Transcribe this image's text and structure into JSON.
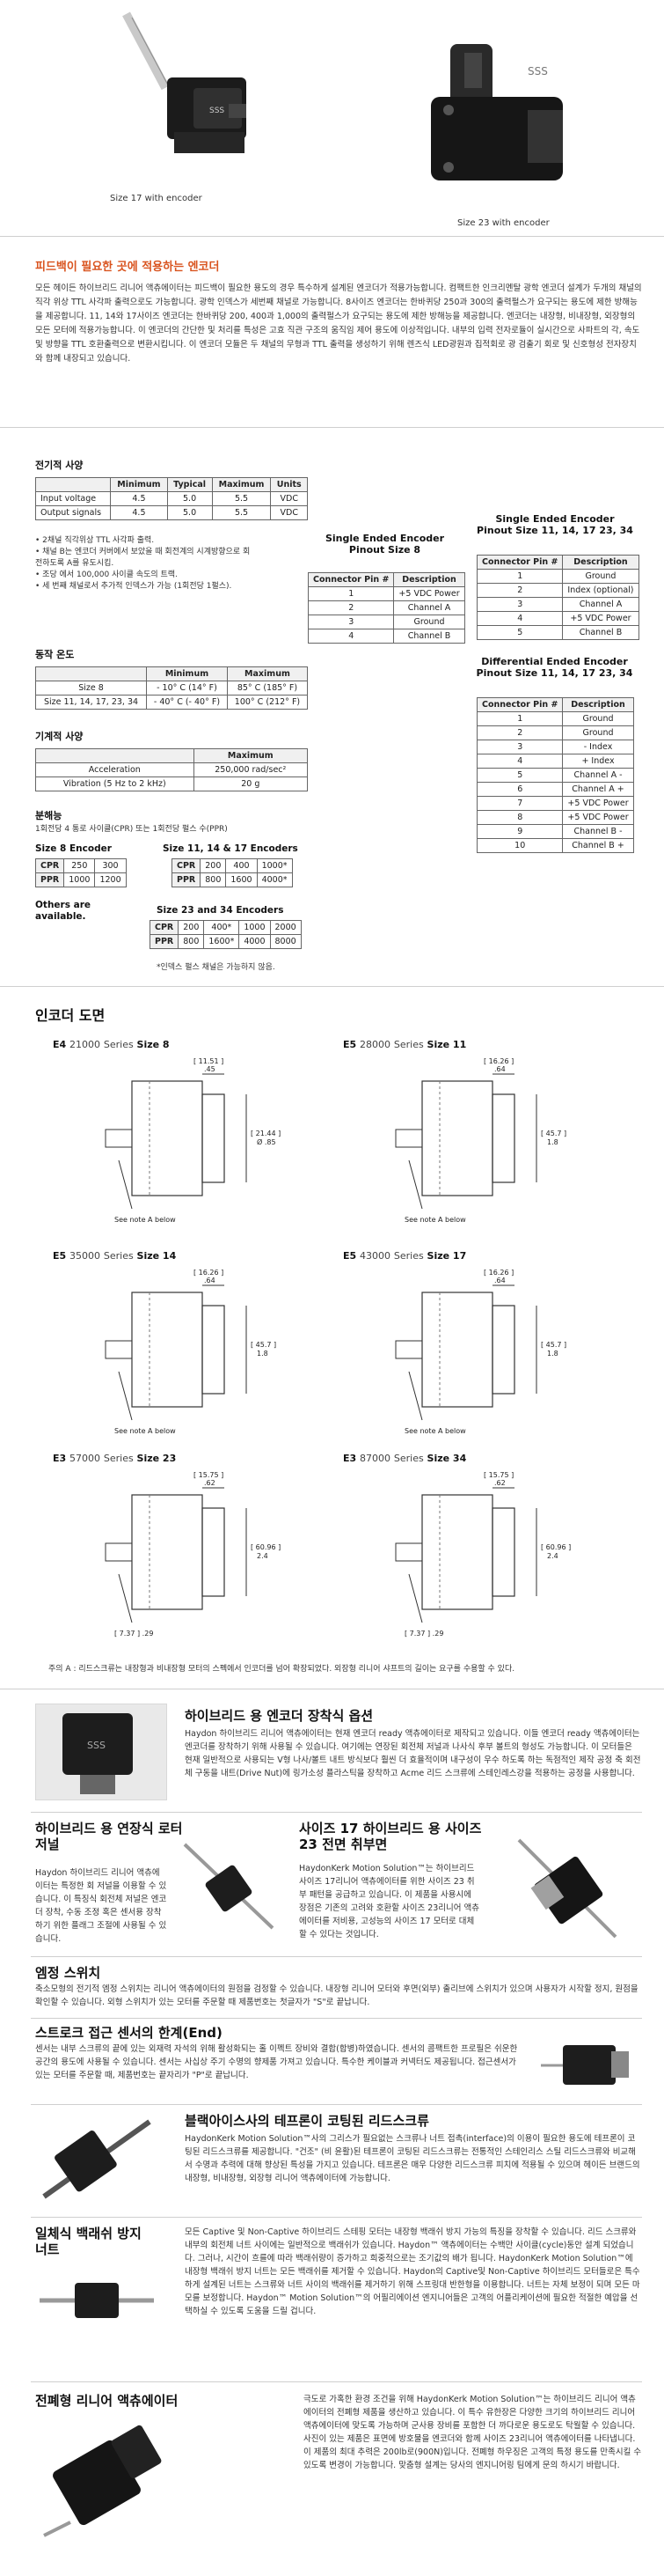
{
  "photos": {
    "left_caption": "Size 17 with encoder",
    "right_caption": "Size 23 with encoder"
  },
  "intro": {
    "title": "피드백이 필요한 곳에 적용하는 엔코더",
    "text": "모든 헤이든 하이브리드 리니어 액츄에이터는 피드백이 필요한 용도의 경우 특수하게 설계된 엔코더가 적용가능합니다. 컴팩트한 인크리멘탈 광학 엔코더 설계가 두개의 채널의 직각 위상 TTL 사각파 출력으로도 가능합니다. 광학 인덱스가 세번째 채널로 가능합니다. 8사이즈 엔코더는 한바퀴당 250과 300의 출력펄스가 요구되는 용도에 제한 방해능을 제공합니다. 11, 14와 17사이즈 엔코더는 한바퀴당 200, 400과 1,000의 출력펄스가 요구되는 용도에 제한 방해능을 제공합니다. 엔코더는 내장형, 비내장형, 외장형의 모든 모터에 적용가능합니다. 이 엔코더의 간단한 및 처리를 특성은 고효 직관 구조의 움직임 제어 용도에 이상적입니다. 내부의 입력 전자로듈이 실시간으로 사파트의 각, 속도 및 방향을 TTL 호환출력으로 변환시킵니다. 이 엔코더 모듈은 두 채널의 무형과 TTL 출력을 생성하기 위해 렌즈식 LED광원과 집적회로 광 검출기 회로 및 신호형성 전자장치와 함께 내장되고 있습니다."
  },
  "electrical": {
    "title": "전기적 사양",
    "headers": [
      "",
      "Minimum",
      "Typical",
      "Maximum",
      "Units"
    ],
    "rows": [
      [
        "Input voltage",
        "4.5",
        "5.0",
        "5.5",
        "VDC"
      ],
      [
        "Output signals",
        "4.5",
        "5.0",
        "5.5",
        "VDC"
      ]
    ],
    "notes": [
      "• 2채널 직각위상 TTL 사각파 출력.",
      "• 채널 B는 엔코더 커버에서 보았을 때 회전계의 시계방향으로 회전하도록 A를 유도시킴.",
      "• 조당 에서 100,000 사이클 속도의 트랙.",
      "• 세 번째 채널로서 추가적 인덱스가 가능 (1회전당 1펄스)."
    ]
  },
  "temperature": {
    "title": "동작 온도",
    "headers": [
      "",
      "Minimum",
      "Maximum"
    ],
    "rows": [
      [
        "Size 8",
        "- 10° C (14° F)",
        "85° C (185° F)"
      ],
      [
        "Size 11, 14, 17, 23, 34",
        "- 40° C (- 40° F)",
        "100° C (212° F)"
      ]
    ]
  },
  "mechanical": {
    "title": "기계적 사양",
    "headers": [
      "",
      "Maximum"
    ],
    "rows": [
      [
        "Acceleration",
        "250,000 rad/sec²"
      ],
      [
        "Vibration (5 Hz to 2 kHz)",
        "20 g"
      ]
    ]
  },
  "resolution": {
    "title": "분해능",
    "subtitle": "1회전당 4 통로 사이클(CPR) 또는 1회전당 펄스 수(PPR)",
    "size8": {
      "title": "Size 8 Encoder",
      "cpr": [
        "CPR",
        "250",
        "300"
      ],
      "ppr": [
        "PPR",
        "1000",
        "1200"
      ]
    },
    "size11": {
      "title": "Size 11, 14 & 17 Encoders",
      "cpr": [
        "CPR",
        "200",
        "400",
        "1000*"
      ],
      "ppr": [
        "PPR",
        "800",
        "1600",
        "4000*"
      ]
    },
    "size23": {
      "title": "Size 23 and 34 Encoders",
      "cpr": [
        "CPR",
        "200",
        "400*",
        "1000",
        "2000"
      ],
      "ppr": [
        "PPR",
        "800",
        "1600*",
        "4000",
        "8000"
      ]
    },
    "others": "Others are available.",
    "footnote": "*인덱스 펄스 채널은 가능하지 않음."
  },
  "pinout_se8": {
    "title": "Single Ended Encoder Pinout Size 8",
    "headers": [
      "Connector Pin #",
      "Description"
    ],
    "rows": [
      [
        "1",
        "+5 VDC Power"
      ],
      [
        "2",
        "Channel A"
      ],
      [
        "3",
        "Ground"
      ],
      [
        "4",
        "Channel B"
      ]
    ]
  },
  "pinout_se11": {
    "title": "Single Ended Encoder Pinout Size 11, 14, 17 23, 34",
    "headers": [
      "Connector Pin #",
      "Description"
    ],
    "rows": [
      [
        "1",
        "Ground"
      ],
      [
        "2",
        "Index (optional)"
      ],
      [
        "3",
        "Channel A"
      ],
      [
        "4",
        "+5 VDC Power"
      ],
      [
        "5",
        "Channel B"
      ]
    ]
  },
  "pinout_diff": {
    "title": "Differential Ended Encoder Pinout Size 11, 14, 17 23, 34",
    "headers": [
      "Connector Pin #",
      "Description"
    ],
    "rows": [
      [
        "1",
        "Ground"
      ],
      [
        "2",
        "Ground"
      ],
      [
        "3",
        "- Index"
      ],
      [
        "4",
        "+ Index"
      ],
      [
        "5",
        "Channel A -"
      ],
      [
        "6",
        "Channel A +"
      ],
      [
        "7",
        "+5 VDC Power"
      ],
      [
        "8",
        "+5 VDC Power"
      ],
      [
        "9",
        "Channel B -"
      ],
      [
        "10",
        "Channel B +"
      ]
    ]
  },
  "drawings": {
    "title": "인코더 도면",
    "items": [
      {
        "prefix": "E4",
        "series": "21000",
        "label": "Series",
        "size": "Size 8",
        "dim_top": "[ 11.51 ]",
        "dim_top2": ".45",
        "dim_side": "[ 21.44 ]",
        "dim_side2": "Ø .85",
        "see": "See note A below"
      },
      {
        "prefix": "E5",
        "series": "28000",
        "label": "Series",
        "size": "Size 11",
        "dim_top": "[ 16.26 ]",
        "dim_top2": ".64",
        "dim_side": "[ 45.7 ]",
        "dim_side2": "1.8",
        "see": "See note A below"
      },
      {
        "prefix": "E5",
        "series": "35000",
        "label": "Series",
        "size": "Size 14",
        "dim_top": "[ 16.26 ]",
        "dim_top2": ".64",
        "dim_side": "[ 45.7 ]",
        "dim_side2": "1.8",
        "see": "See note A below"
      },
      {
        "prefix": "E5",
        "series": "43000",
        "label": "Series",
        "size": "Size 17",
        "dim_top": "[ 16.26 ]",
        "dim_top2": ".64",
        "dim_side": "[ 45.7 ]",
        "dim_side2": "1.8",
        "see": "See note A below"
      },
      {
        "prefix": "E3",
        "series": "57000",
        "label": "Series",
        "size": "Size 23",
        "dim_top": "[ 15.75 ]",
        "dim_top2": ".62",
        "dim_side": "[ 60.96 ]",
        "dim_side2": "2.4",
        "see": "[ 7.37 ] .29"
      },
      {
        "prefix": "E3",
        "series": "87000",
        "label": "Series",
        "size": "Size 34",
        "dim_top": "[ 15.75 ]",
        "dim_top2": ".62",
        "dim_side": "[ 60.96 ]",
        "dim_side2": "2.4",
        "see": "[ 7.37 ] .29"
      }
    ],
    "note": "주의 A : 리드스크류는 내장형과 비내장형 모터의 스펙에서 인코더를 넘어 확장되었다. 외장형 리니어 샤프트의 길이는 요구를 수용할 수 있다."
  },
  "features": [
    {
      "title": "하이브리드 용 엔코더 장착식 옵션",
      "text": "Haydon 하이브리드 리니어 액츄에이터는 현재 엔코더 ready 액츄에이터로 제작되고 있습니다. 이들 엔코더 ready 액츄에이터는 엔코더를 장착하기 위해 사용될 수 있습니다. 여기에는 연장된 회전체 저널과 나사식 후부 볼트의 형성도 가능합니다. 이 모터들은 현재 일반적으로 사용되는 V형 나사/볼트 내트 방식보다 훨씬 더 효율적이며 내구성이 우수 하도록 하는 독점적인 제작 공정 축 회전체 구동을 내트(Drive Nut)에 링가소성 플라스틱을 장착하고 Acme 리드 스크류에 스테인레스강을 적용하는 공정을 사용합니다."
    },
    {
      "title": "하이브리드 용 연장식 로터 저널",
      "text": "Haydon 하이브리드 리니어 액츄에이터는 특정한 회 저널을 이용할 수 있습니다. 이 특징식 회전체 저널은 엔코더 장착, 수동 조정 혹은 센서용 장착하기 위한 플래그 조절에 사용될 수 있습니다."
    },
    {
      "title": "사이즈 17 하이브리드 용 사이즈 23 전면 취부면",
      "text": "HaydonKerk Motion Solution™는 하이브리드사이즈 17리니어 액츄에이터를 위한 사이즈 23 취부 패턴을 공급하고 있습니다. 이 제품을 사용시에 장점은 기존의 고려와 호환할 사이즈 23리니어 액츄에이터를 저비용, 고성능의 사이즈 17 모터로 대체할 수 있다는 것입니다."
    },
    {
      "title": "엠정 스위치",
      "text": "축소모형의 전기적 엠정 스위치는 리니어 액츄에이터의 원점을 검정할 수 있습니다. 내장형 리니어 모터와 후면(외부) 출리브에 스위치가 있으며 사용자가 시작할 정지, 원점을 확인할 수 있습니다. 외형 스위치가 있는 모터를 주문할 때 제품번호는 첫글자가 \"S\"로 끝납니다."
    },
    {
      "title": "스트로크 접근 센서의 한계(End)",
      "text": "센서는 내부 스크류의 끝에 있는 외재력 자석의 위해 활성화되는 홀 이펙트 장비와 결합(합병)하였습니다. 센서의 콤팩트한 프로필은 쉬운한 공간의 용도에 사용될 수 있습니다. 센서는 사십상 주기 수명의 향제품 가져고 있습니다. 특수한 케이블과 커넥터도 제공됩니다. 접근센서가 있는 모터를 주문할 때, 제품번호는 끝자리가 \"P\"로 끝납니다."
    },
    {
      "title": "블랙아이스사의 테프론이 코팅된 리드스크류",
      "text": "HaydonKerk Motion Solution™사의 그리스가 필요없는 스크류나 너트 접촉(interface)의 이용이 필요한 용도에 테프론이 코팅된 리드스크류를 제공합니다. \"건조\" (비 윤활)된 테프론이 코팅된 리드스크류는 전통적인 스테인리스 스틸 리드스크류와 비교해서 수명과 추력에 대해 향상된 특성을 가지고 있습니다. 테프론은 매우 다양한 리드스크류 피치에 적용될 수 있으며 헤이든 브랜드의 내장형, 비내장형, 외장형 리니어 액츄에이터에 가능합니다."
    },
    {
      "title": "일체식 백래쉬 방지 너트",
      "text": "모든 Captive 및 Non-Captive 하이브리드 스테핑 모터는 내장형 백래쉬 방지 가능의 특징을 장착할 수 있습니다. 리드 스크류와 내부의 회전체 너트 사이에는 일반적으로 백래쉬가 있습니다. Haydon™ 액츄에이터는 수백만 사이클(cycle)동안 설계 되었습니다. 그러나, 시간이 흐를에 따라 백래쉬량이 증가하고 희중적으로는 조기값의 배가 됩니다. HaydonKerk Motion Solution™에 내장형 백래쉬 방지 너트는 모든 백래쉬를 제거할 수 있습니다. Haydon의 Captive및 Non-Captive 하이브리드 모터들로은 특수하게 설계된 너트는 스크류와 너트 사이의 백래쉬를 제거하기 위해 스프링대 반한형을 이용합니다. 너트는 자체 보정이 되며 모든 마모를 보정합니다. Haydon™ Motion Solution™의 어필리에이션 엔지니어들은 고객의 어플리케이션에 필요한 적절한 예압을 선택하실 수 있도록 도움을 드릴 겁니다."
    },
    {
      "title": "전폐형 리니어 액츄에이터",
      "text": "극도로 가혹한 환경 조건을 위해 HaydonKerk Motion Solution™는 하이브리드 리니어 액츄에이터의 전폐형 제품을 생산하고 있습니다. 이 특수 유한장은 다양한 크기의 하이브리드 리니어 액츄에이터에 맞도록 가능하며 군사용 장비를 포함한 더 까다로운 용도로도 탁월할 수 있습니다. 사진이 있는 제품은 표면에 방호물을 엔코더와 함께 사이즈 23리니어 액츄에이터를 나타냅니다. 이 제품의 최대 추력은 200lb로(900N)입니다. 전폐형 하우징은 고객의 특정 용도를 만족시킬 수 있도록 변경이 가능합니다. 맞춤형 설계는 당사의 엔지니어링 팀에게 문의 하시기 바랍니다."
    }
  ]
}
